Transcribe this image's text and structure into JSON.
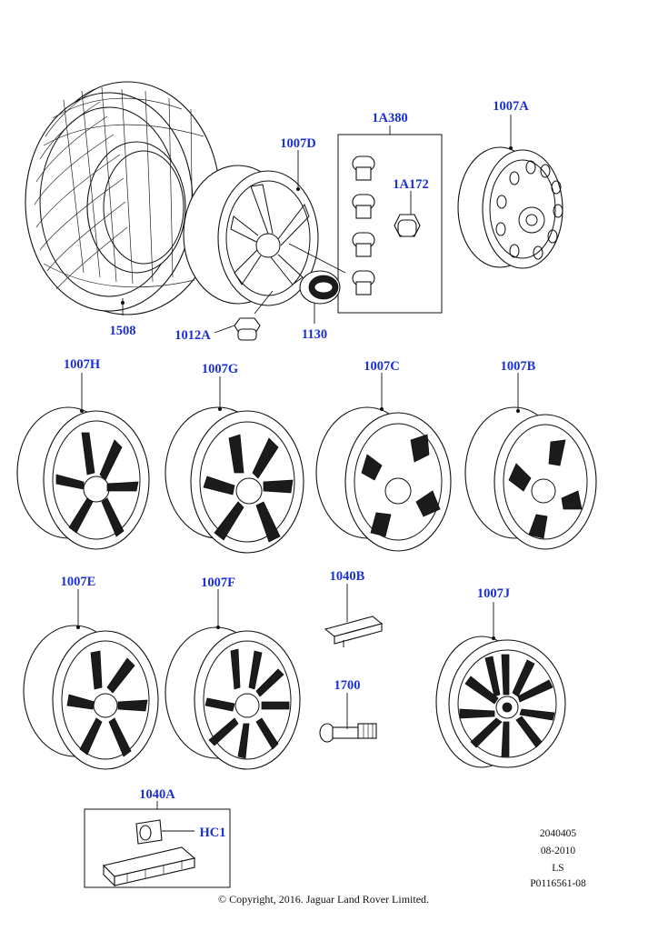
{
  "parts": {
    "p1508": "1508",
    "p1007D": "1007D",
    "p1A380": "1A380",
    "p1A172": "1A172",
    "p1007A": "1007A",
    "p1012A": "1012A",
    "p1130": "1130",
    "p1007H": "1007H",
    "p1007G": "1007G",
    "p1007C": "1007C",
    "p1007B": "1007B",
    "p1007E": "1007E",
    "p1007F": "1007F",
    "p1040B": "1040B",
    "p1007J": "1007J",
    "p1700": "1700",
    "p1040A": "1040A",
    "pHC1": "HC1"
  },
  "meta": {
    "ref": "2040405",
    "date": "08-2010",
    "code": "LS",
    "illustration": "P0116561-08"
  },
  "copyright": "© Copyright, 2016. Jaguar Land Rover Limited."
}
